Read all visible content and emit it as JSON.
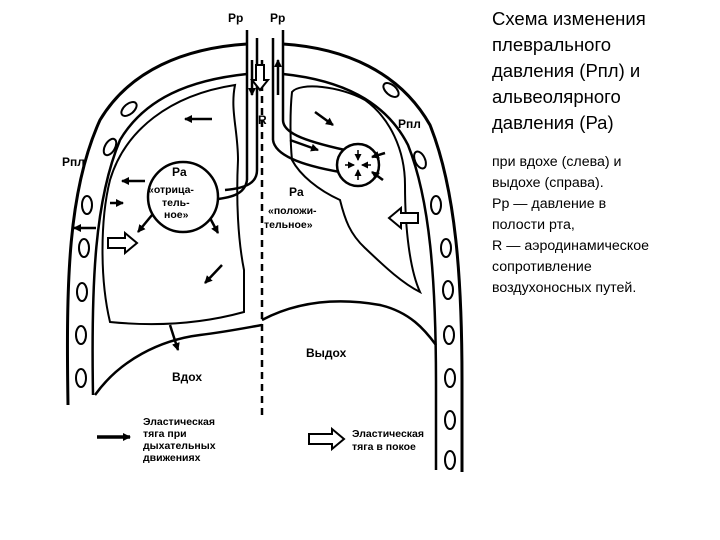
{
  "labels": {
    "pr_left": "Pр",
    "pr_right": "Pр",
    "r": "R",
    "ppl_top_right": "Pпл",
    "ppl_left": "Pпл",
    "pa_left": "Pa",
    "pa_left_note": [
      "«отрица-",
      "тель-",
      "ное»"
    ],
    "pa_right": "Pa",
    "pa_right_note": [
      "«положи-",
      "тельное»"
    ],
    "inhale": "Вдох",
    "exhale": "Выдох"
  },
  "legend": {
    "solid_arrow": [
      "Эластическая",
      "тяга при",
      "дыхательных",
      "движениях"
    ],
    "hollow_arrow": [
      "Эластическая",
      "тяга в покое"
    ]
  },
  "side_panel": {
    "title": "Схема изменения\nплеврального\nдавления (Рпл) и\nальвеолярного\nдавления (Ра)",
    "lines": [
      "при вдохе (слева) и",
      "выдохе (справа).",
      "Рр — давление в",
      "полости рта,",
      "R — аэродинамическое",
      "сопротивление",
      "воздухоносных путей."
    ]
  }
}
